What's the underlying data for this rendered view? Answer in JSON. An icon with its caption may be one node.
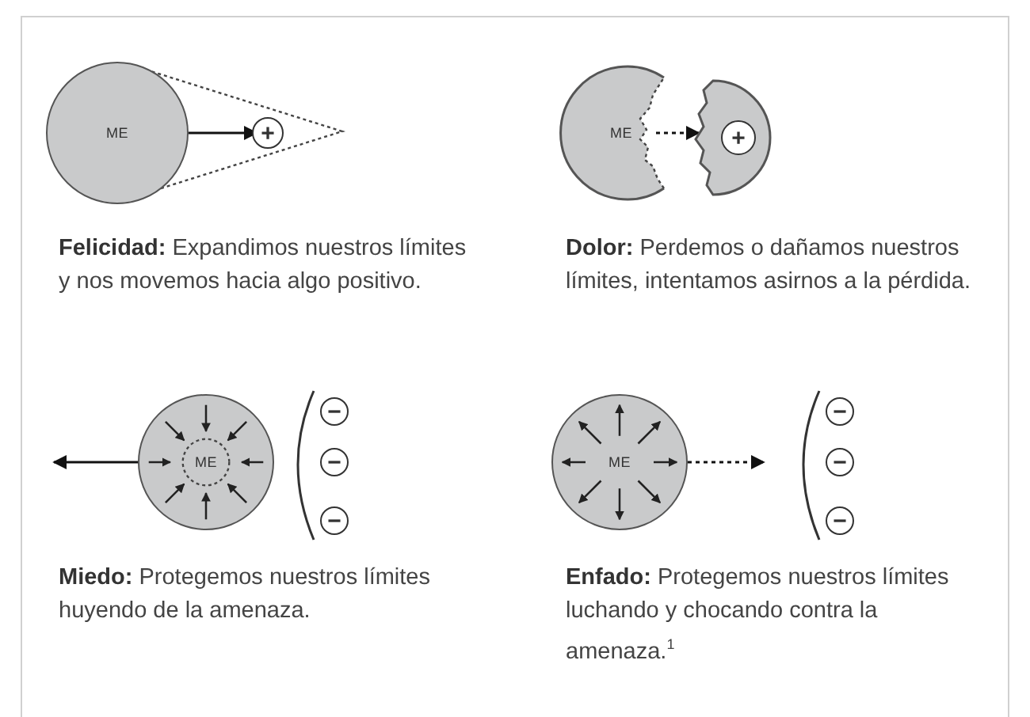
{
  "diagram": {
    "nodes": [
      {
        "text": [
          "ME"
        ]
      },
      {
        "text": [
          "+"
        ]
      },
      {
        "text": [
          "ME"
        ]
      },
      {
        "text": [],
        "shape": "box"
      },
      {
        "text": [
          "+"
        ],
        "in": 3
      },
      {
        "text": [
          "ME"
        ]
      },
      {
        "text": [
          "−"
        ]
      },
      {
        "text": [
          "−"
        ]
      },
      {
        "text": [
          "−"
        ]
      },
      {
        "text": [
          "ME"
        ]
      },
      {
        "text": [
          "−"
        ]
      },
      {
        "text": [
          "−"
        ]
      },
      {
        "text": [
          "−"
        ]
      }
    ],
    "edges": [
      {
        "from": 0,
        "to": 1,
        "arrow": "to"
      },
      {
        "from": 2,
        "to": 3,
        "arrow": "to",
        "style": "dashed"
      },
      {
        "from": 5,
        "to": null,
        "arrow": "to"
      },
      {
        "from": 9,
        "to": null,
        "arrow": "to",
        "style": "dashed"
      }
    ],
    "labels": [
      "**Felicidad:** Expandimos nuestros límites y nos movemos hacia algo positivo.",
      "**Dolor:** Perdemos o dañamos nuestros límites, intentamos asirnos a la pérdida.",
      "**Miedo:** Protegemos nuestros límites huyendo de la amenaza.",
      "**Enfado:** Protegemos nuestros límites luchando y chocando contra la amenaza.$^{1}$"
    ]
  }
}
